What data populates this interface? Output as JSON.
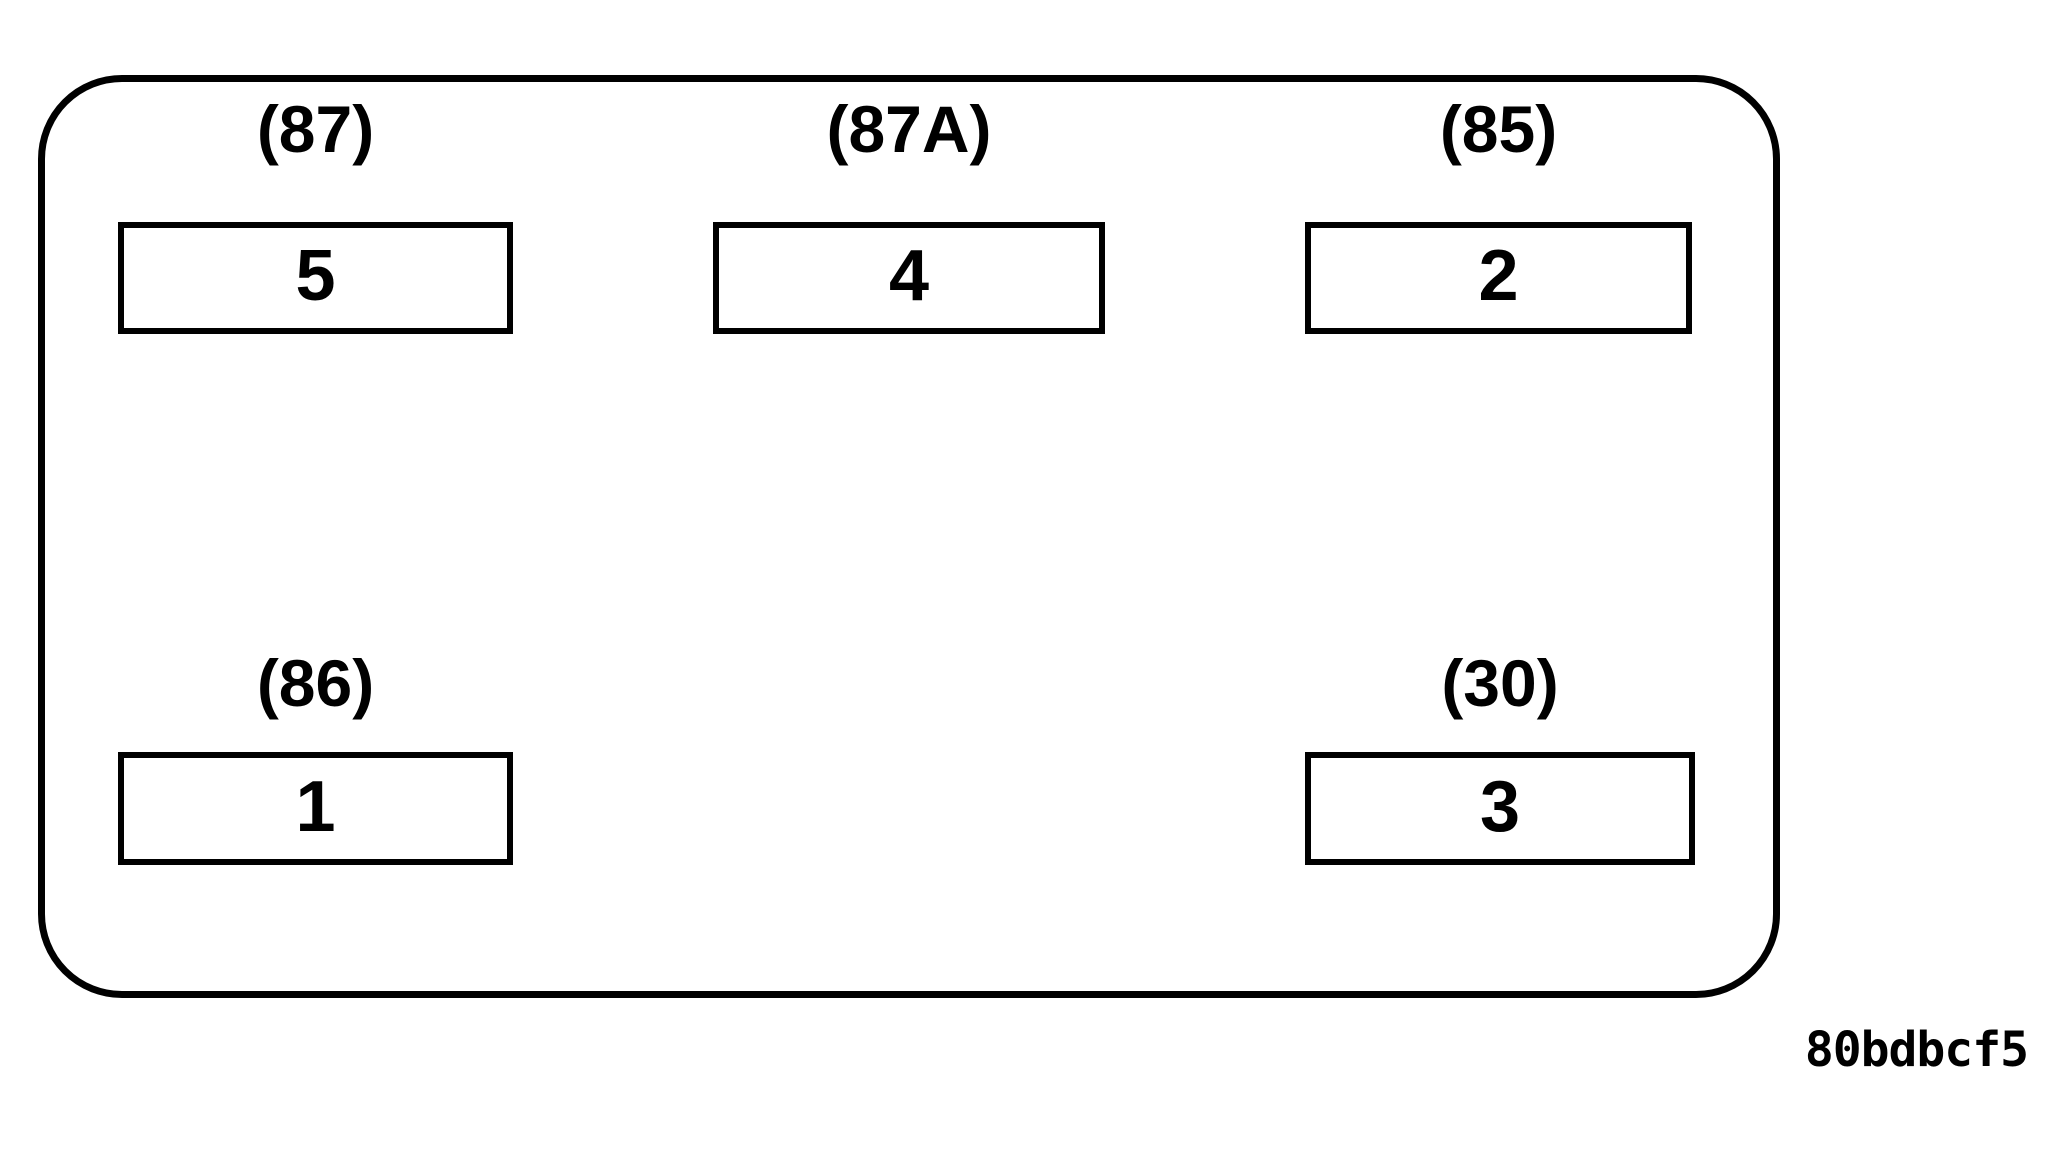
{
  "diagram": {
    "type": "automotive-relay-terminal-layout",
    "title": "",
    "figure_id": "80bdbcf5",
    "body": {
      "shape": "rounded-rectangle",
      "stroke_color": "#000000",
      "fill_color": "#ffffff"
    },
    "terminals": [
      {
        "id": "terminal-87",
        "designation": "(87)",
        "pin_number": "5",
        "row": "top",
        "column": "left"
      },
      {
        "id": "terminal-87a",
        "designation": "(87A)",
        "pin_number": "4",
        "row": "top",
        "column": "center"
      },
      {
        "id": "terminal-85",
        "designation": "(85)",
        "pin_number": "2",
        "row": "top",
        "column": "right"
      },
      {
        "id": "terminal-86",
        "designation": "(86)",
        "pin_number": "1",
        "row": "bottom",
        "column": "left"
      },
      {
        "id": "terminal-30",
        "designation": "(30)",
        "pin_number": "3",
        "row": "bottom",
        "column": "right"
      }
    ]
  }
}
